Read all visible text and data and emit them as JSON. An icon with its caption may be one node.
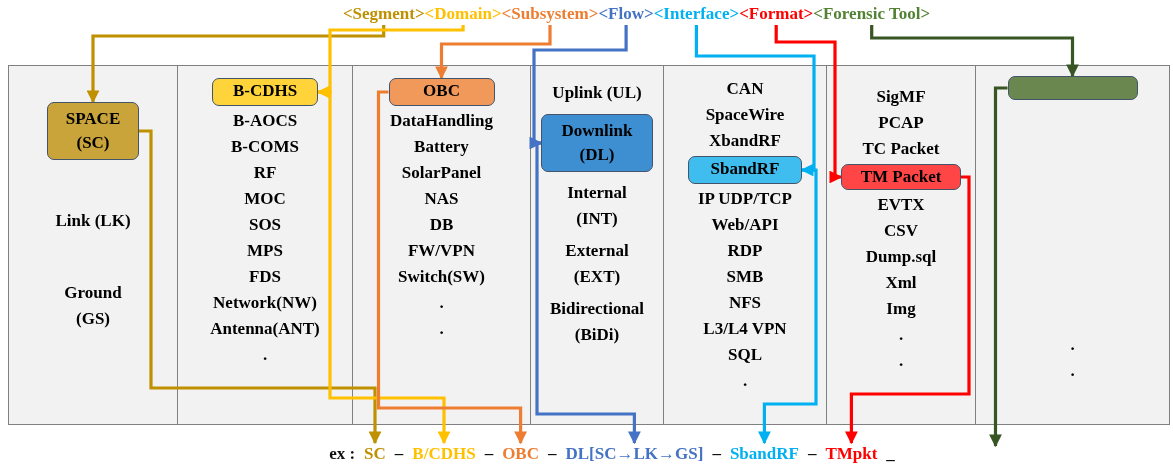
{
  "diagram": {
    "nodes": [
      {
        "text": [
          "<Segment>"
        ]
      },
      {
        "text": [
          "<Domain>"
        ]
      },
      {
        "text": [
          "<Subsystem>"
        ]
      },
      {
        "text": [
          "<Flow>"
        ]
      },
      {
        "text": [
          "<Interface>"
        ]
      },
      {
        "text": [
          "<Format>"
        ]
      },
      {
        "text": [
          "<Forensic Tool>"
        ]
      },
      {
        "text": [
          "Link (LK)",
          "Ground (GS)"
        ]
      },
      {
        "text": [
          "SPACE (SC)"
        ],
        "in": 7
      },
      {
        "text": [
          "B-AOCS",
          "B-COMS",
          "RF",
          "MOC",
          "SOS",
          "MPS",
          "FDS",
          "Network(NW)",
          "Antenna(ANT)",
          "."
        ]
      },
      {
        "text": [
          "B-CDHS"
        ],
        "in": 9
      },
      {
        "text": [
          "DataHandling",
          "Battery",
          "SolarPanel",
          "NAS",
          "DB",
          "FW/VPN",
          "Switch(SW)",
          ".",
          "."
        ]
      },
      {
        "text": [
          "OBC"
        ],
        "in": 11
      },
      {
        "text": [
          "Uplink (UL)",
          "Internal (INT)",
          "External (EXT)",
          "Bidirectional (BiDi)"
        ]
      },
      {
        "text": [
          "Downlink (DL)"
        ],
        "in": 13
      },
      {
        "text": [
          "CAN",
          "SpaceWire",
          "XbandRF",
          "IP UDP/TCP",
          "Web/API",
          "RDP",
          "SMB",
          "NFS",
          "L3/L4 VPN",
          "SQL",
          "."
        ]
      },
      {
        "text": [
          "SbandRF"
        ],
        "in": 15
      },
      {
        "text": [
          "SigMF",
          "PCAP",
          "TC Packet",
          "EVTX",
          "CSV",
          "Dump.sql",
          "Xml",
          "Img",
          ".",
          "."
        ]
      },
      {
        "text": [
          "TM Packet"
        ],
        "in": 17
      },
      {
        "text": [
          ".",
          "."
        ]
      },
      {
        "text": [],
        "shape": "box",
        "in": 19
      },
      {
        "text": [
          "SC"
        ]
      },
      {
        "text": [
          "B/CDHS"
        ]
      },
      {
        "text": [
          "OBC"
        ]
      },
      {
        "text": [
          "DL[SC→LK→GS]"
        ]
      },
      {
        "text": [
          "SbandRF"
        ]
      },
      {
        "text": [
          "TMpkt"
        ]
      }
    ],
    "edges": [
      {
        "from": 0,
        "to": 8,
        "arrow": "to",
        "color": "#bf9000"
      },
      {
        "from": 1,
        "to": 10,
        "arrow": "to",
        "color": "#ffc000"
      },
      {
        "from": 2,
        "to": 12,
        "arrow": "to",
        "color": "#ed7d31"
      },
      {
        "from": 3,
        "to": 14,
        "arrow": "to",
        "color": "#4472c4"
      },
      {
        "from": 4,
        "to": 16,
        "arrow": "to",
        "color": "#00b0f0"
      },
      {
        "from": 5,
        "to": 18,
        "arrow": "to",
        "color": "#ff0000"
      },
      {
        "from": 6,
        "to": 20,
        "arrow": "to",
        "color": "#375623"
      },
      {
        "from": 8,
        "to": 21,
        "arrow": "to",
        "color": "#bf9000"
      },
      {
        "from": 10,
        "to": 22,
        "arrow": "to",
        "color": "#ffc000"
      },
      {
        "from": 12,
        "to": 23,
        "arrow": "to",
        "color": "#ed7d31"
      },
      {
        "from": 14,
        "to": 24,
        "arrow": "to",
        "color": "#4472c4"
      },
      {
        "from": 16,
        "to": 25,
        "arrow": "to",
        "color": "#00b0f0"
      },
      {
        "from": 18,
        "to": 26,
        "arrow": "to",
        "color": "#ff0000"
      },
      {
        "from": 20,
        "to": null,
        "arrow": "to",
        "color": "#375623"
      }
    ],
    "labels": [
      "ex :",
      "–",
      "–",
      "–",
      "–",
      "–",
      "_"
    ]
  }
}
